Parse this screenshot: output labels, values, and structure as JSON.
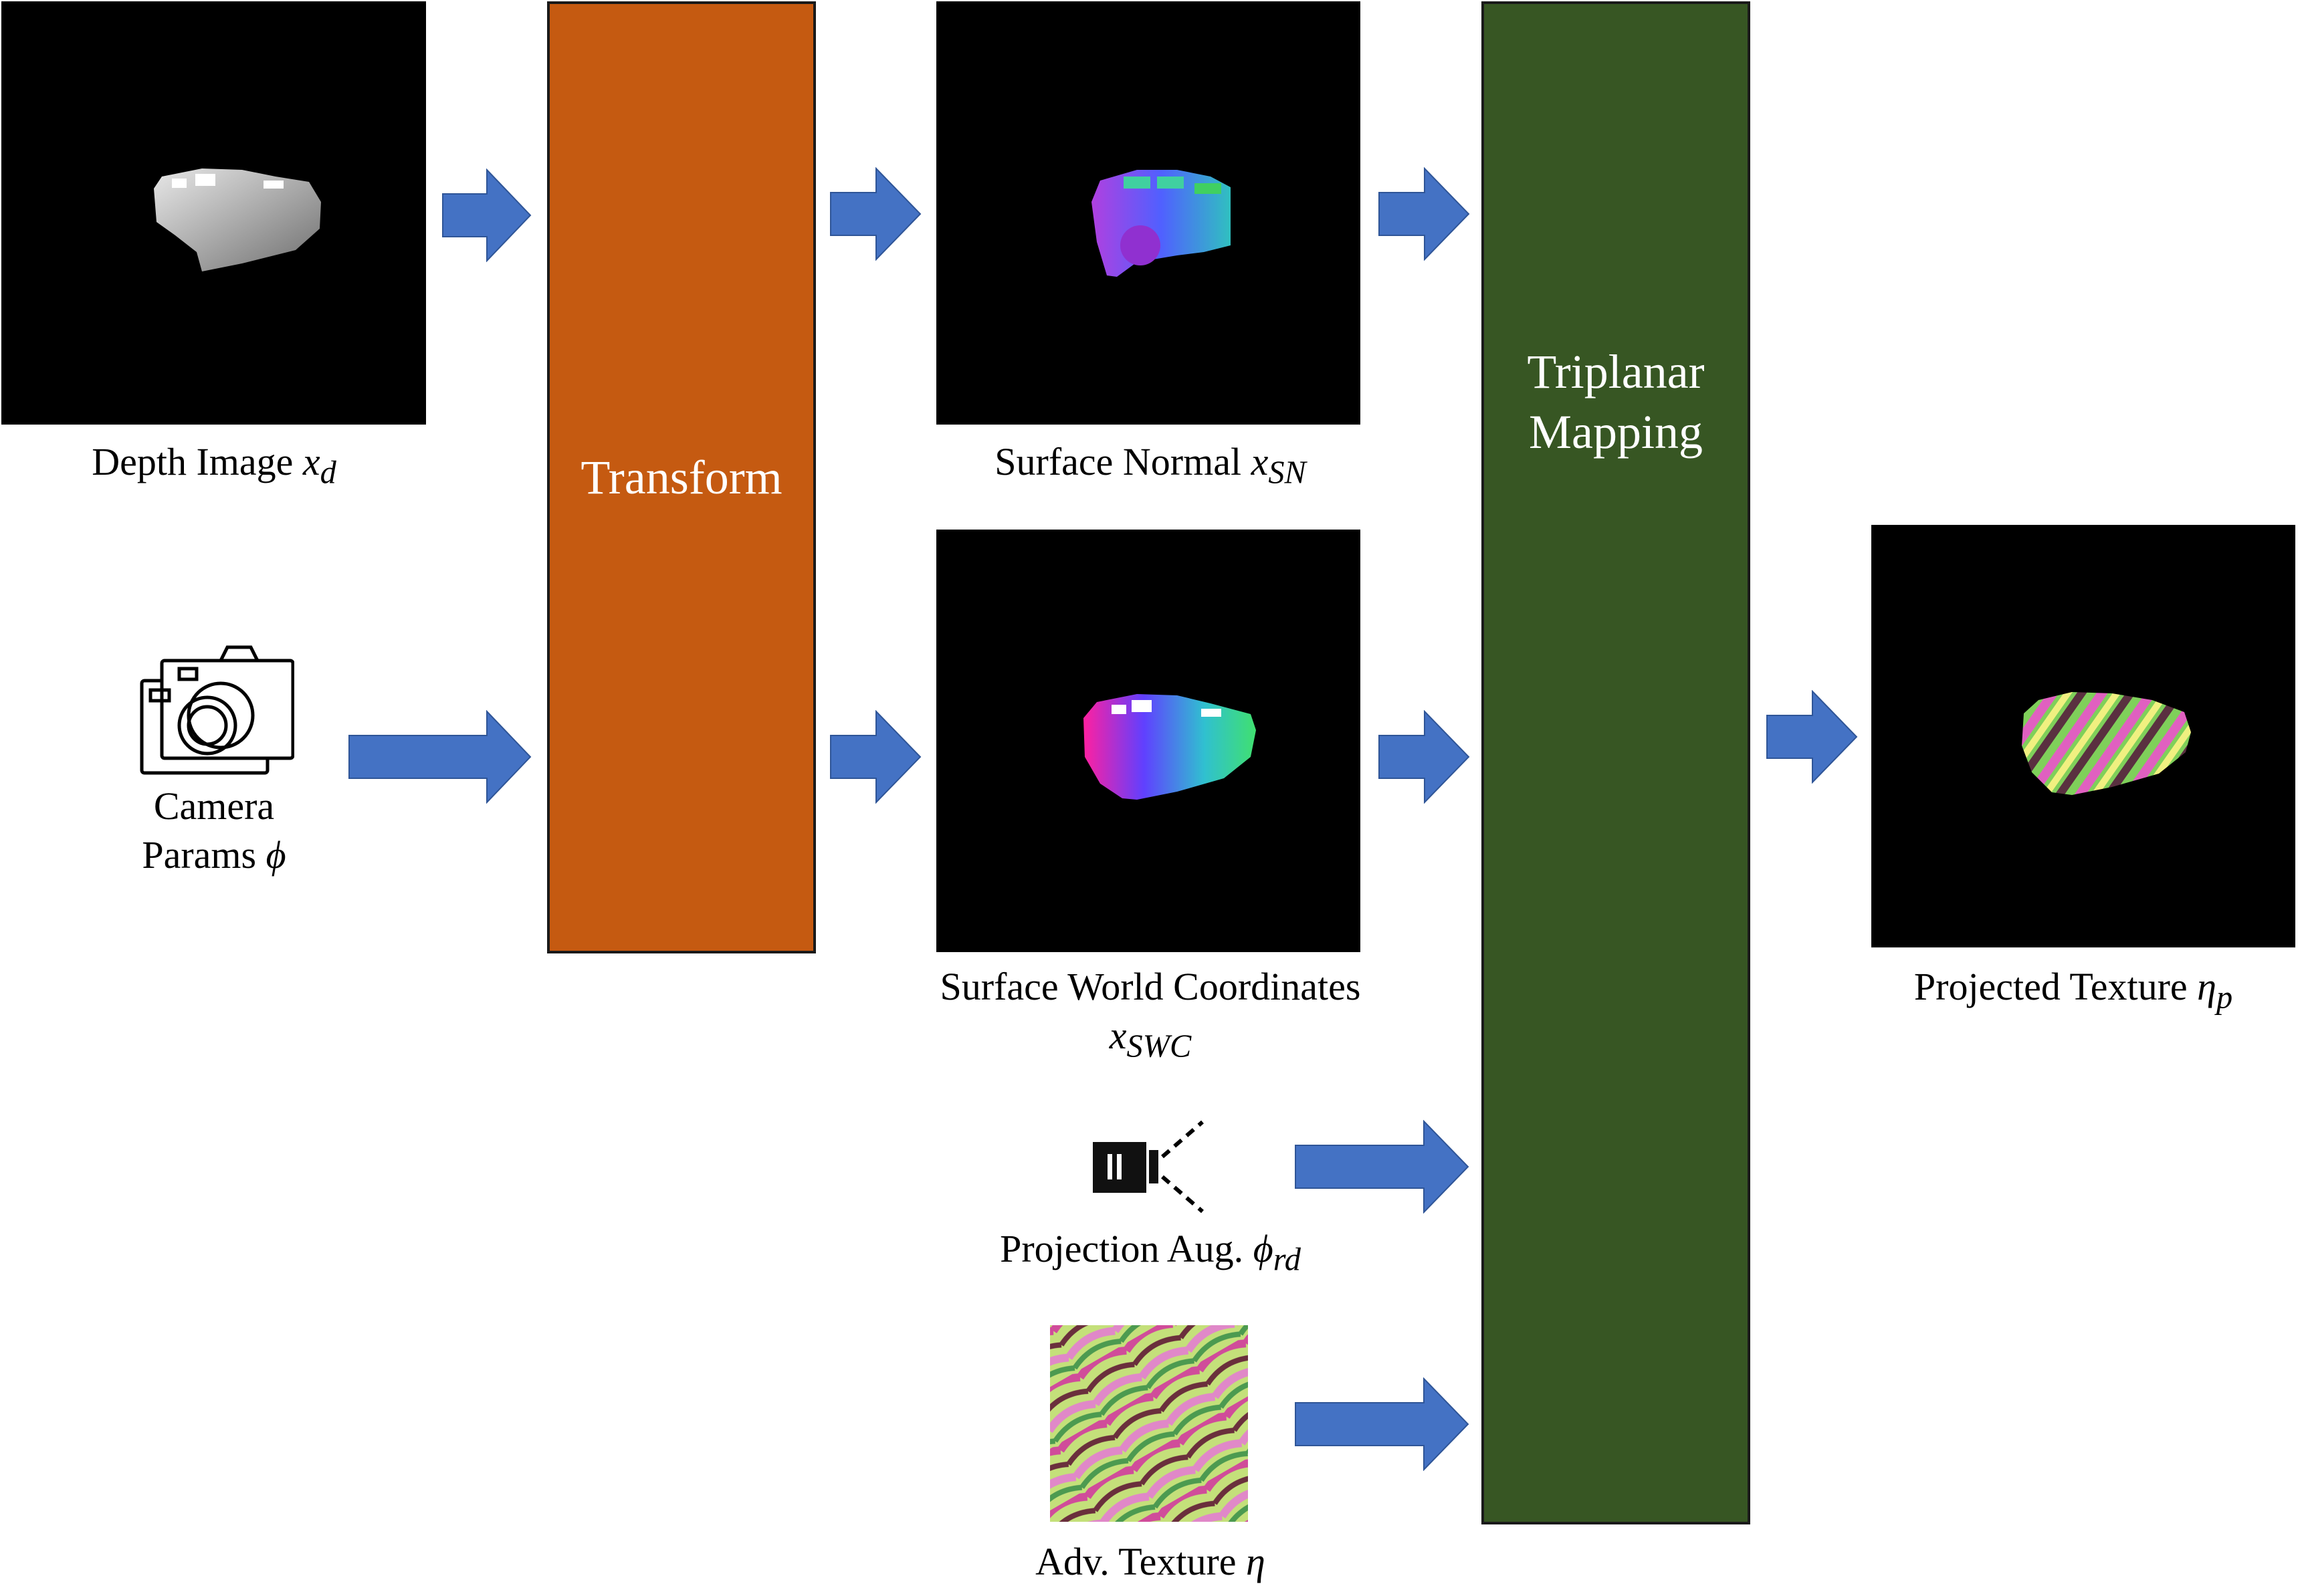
{
  "labels": {
    "depth": "Depth Image",
    "depth_sym": "x",
    "depth_sub": "d",
    "camera_line1": "Camera",
    "camera_line2": "Params",
    "camera_sym": "ϕ",
    "transform": "Transform",
    "surface_normal": "Surface Normal",
    "sn_sym": "x",
    "sn_sub": "SN",
    "swc_line1": "Surface World Coordinates",
    "swc_sym": "x",
    "swc_sub": "SWC",
    "projection_aug": "Projection Aug.",
    "proj_sym": "ϕ",
    "proj_sub": "rd",
    "adv_texture": "Adv. Texture",
    "adv_sym": "η",
    "triplanar": "Triplanar\nMapping",
    "projected_texture": "Projected Texture",
    "proj_tex_sym": "η",
    "proj_tex_sub": "p"
  },
  "colors": {
    "transform": "#c55a11",
    "triplanar": "#375623",
    "arrow": "#4472c4",
    "panel": "#000000"
  },
  "icons": [
    "camera-icon",
    "projector-icon"
  ]
}
